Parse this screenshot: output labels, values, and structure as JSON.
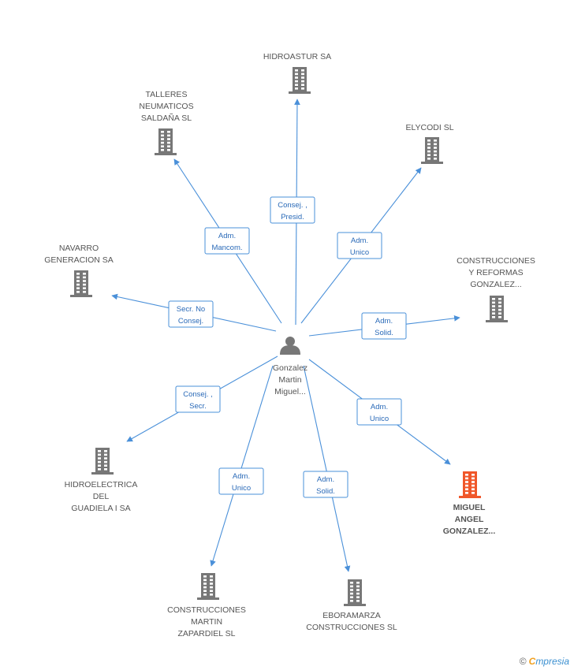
{
  "center": {
    "label_lines": [
      "Gonzalez",
      "Martin",
      "Miguel..."
    ],
    "icon": "person-icon"
  },
  "nodes": [
    {
      "id": "hidroastur",
      "label_lines": [
        "HIDROASTUR SA"
      ],
      "icon": "building-icon",
      "highlight": false
    },
    {
      "id": "talleres",
      "label_lines": [
        "TALLERES",
        "NEUMATICOS",
        "SALDAÑA  SL"
      ],
      "icon": "building-icon",
      "highlight": false
    },
    {
      "id": "elycodi",
      "label_lines": [
        "ELYCODI SL"
      ],
      "icon": "building-icon",
      "highlight": false
    },
    {
      "id": "navarro",
      "label_lines": [
        "NAVARRO",
        "GENERACION SA"
      ],
      "icon": "building-icon",
      "highlight": false
    },
    {
      "id": "construcciones-reformas",
      "label_lines": [
        "CONSTRUCCIONES",
        "Y REFORMAS",
        "GONZALEZ..."
      ],
      "icon": "building-icon",
      "highlight": false
    },
    {
      "id": "hidroelectrica",
      "label_lines": [
        "HIDROELECTRICA",
        "DEL",
        "GUADIELA I SA"
      ],
      "icon": "building-icon",
      "highlight": false
    },
    {
      "id": "miguel-angel",
      "label_lines": [
        "MIGUEL",
        "ANGEL",
        "GONZALEZ..."
      ],
      "icon": "building-icon",
      "highlight": true
    },
    {
      "id": "construcciones-martin",
      "label_lines": [
        "CONSTRUCCIONES",
        "MARTIN",
        "ZAPARDIEL SL"
      ],
      "icon": "building-icon",
      "highlight": false
    },
    {
      "id": "eboramarza",
      "label_lines": [
        "EBORAMARZA",
        "CONSTRUCCIONES SL"
      ],
      "icon": "building-icon",
      "highlight": false
    }
  ],
  "edges": [
    {
      "to": "hidroastur",
      "label_lines": [
        "Consej. ,",
        "Presid."
      ]
    },
    {
      "to": "talleres",
      "label_lines": [
        "Adm.",
        "Mancom."
      ]
    },
    {
      "to": "elycodi",
      "label_lines": [
        "Adm.",
        "Unico"
      ]
    },
    {
      "to": "navarro",
      "label_lines": [
        "Secr.  No",
        "Consej."
      ]
    },
    {
      "to": "construcciones-reformas",
      "label_lines": [
        "Adm.",
        "Solid."
      ]
    },
    {
      "to": "hidroelectrica",
      "label_lines": [
        "Consej. ,",
        "Secr."
      ]
    },
    {
      "to": "miguel-angel",
      "label_lines": [
        "Adm.",
        "Unico"
      ]
    },
    {
      "to": "construcciones-martin",
      "label_lines": [
        "Adm.",
        "Unico"
      ]
    },
    {
      "to": "eboramarza",
      "label_lines": [
        "Adm.",
        "Solid."
      ]
    }
  ],
  "colors": {
    "edge": "#4a90d9",
    "node_icon": "#777777",
    "highlight_icon": "#f0572a",
    "label_text": "#555555",
    "edge_label_text": "#2a6ab8"
  },
  "footer": {
    "copyright_symbol": "©",
    "brand_initial": "C",
    "brand_rest": "mpresia"
  }
}
